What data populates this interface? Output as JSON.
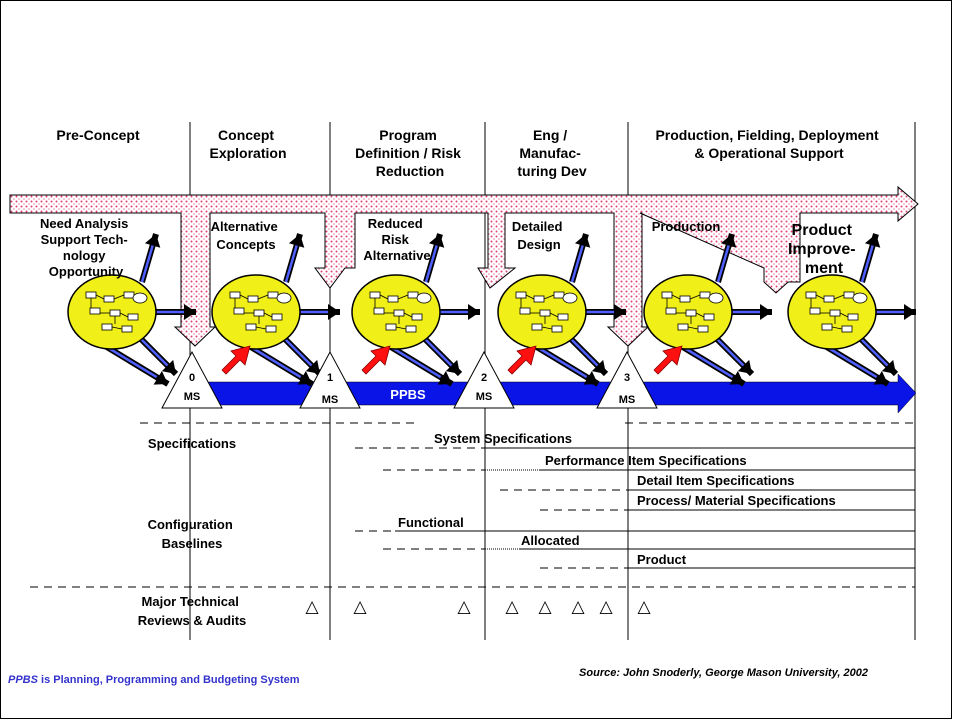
{
  "phases": [
    {
      "lines": [
        "Pre-Concept"
      ]
    },
    {
      "lines": [
        "Concept",
        "Exploration"
      ]
    },
    {
      "lines": [
        "Program",
        "Definition  / Risk",
        "Reduction"
      ]
    },
    {
      "lines": [
        "Eng /",
        "Manufac-",
        "turing Dev"
      ]
    },
    {
      "lines": [
        "Production, Fielding, Deployment",
        "& Operational Support"
      ]
    }
  ],
  "activities": [
    {
      "lines": [
        "Need Analysis",
        "Support Tech-",
        "nology",
        "Opportunity"
      ]
    },
    {
      "lines": [
        "Alternative",
        "Concepts"
      ]
    },
    {
      "lines": [
        "Reduced",
        "Risk",
        "Alternative"
      ]
    },
    {
      "lines": [
        "Detailed",
        "Design"
      ]
    },
    {
      "lines": [
        "Production"
      ]
    },
    {
      "lines": [
        "Product",
        "Improve-",
        "ment"
      ]
    }
  ],
  "milestones": [
    {
      "number": "0",
      "label": "MS"
    },
    {
      "number": "1",
      "label": "MS"
    },
    {
      "number": "2",
      "label": "MS"
    },
    {
      "number": "3",
      "label": "MS"
    }
  ],
  "ppbs_label": "PPBS",
  "row_labels": {
    "specifications": [
      "Specifications"
    ],
    "baselines": [
      "Configuration",
      "Baselines"
    ],
    "reviews": [
      "Major Technical",
      "Reviews & Audits"
    ]
  },
  "specifications": [
    "System Specifications",
    "Performance Item Specifications",
    "Detail Item Specifications",
    "Process/ Material Specifications"
  ],
  "baselines": [
    "Functional",
    "Allocated",
    "Product"
  ],
  "review_marker": "△",
  "footer": {
    "ppbs_term": "PPBS",
    "ppbs_rest": " is Planning, Programming and Budgeting System",
    "source": "Source: John Snoderly, George Mason University, 2002"
  },
  "colors": {
    "ppbs_bar": "#0a14e6",
    "blob": "#f0f018",
    "pink_dots": "#e04070",
    "red_arrow": "#ff1010",
    "footer_blue": "#3333cc"
  }
}
